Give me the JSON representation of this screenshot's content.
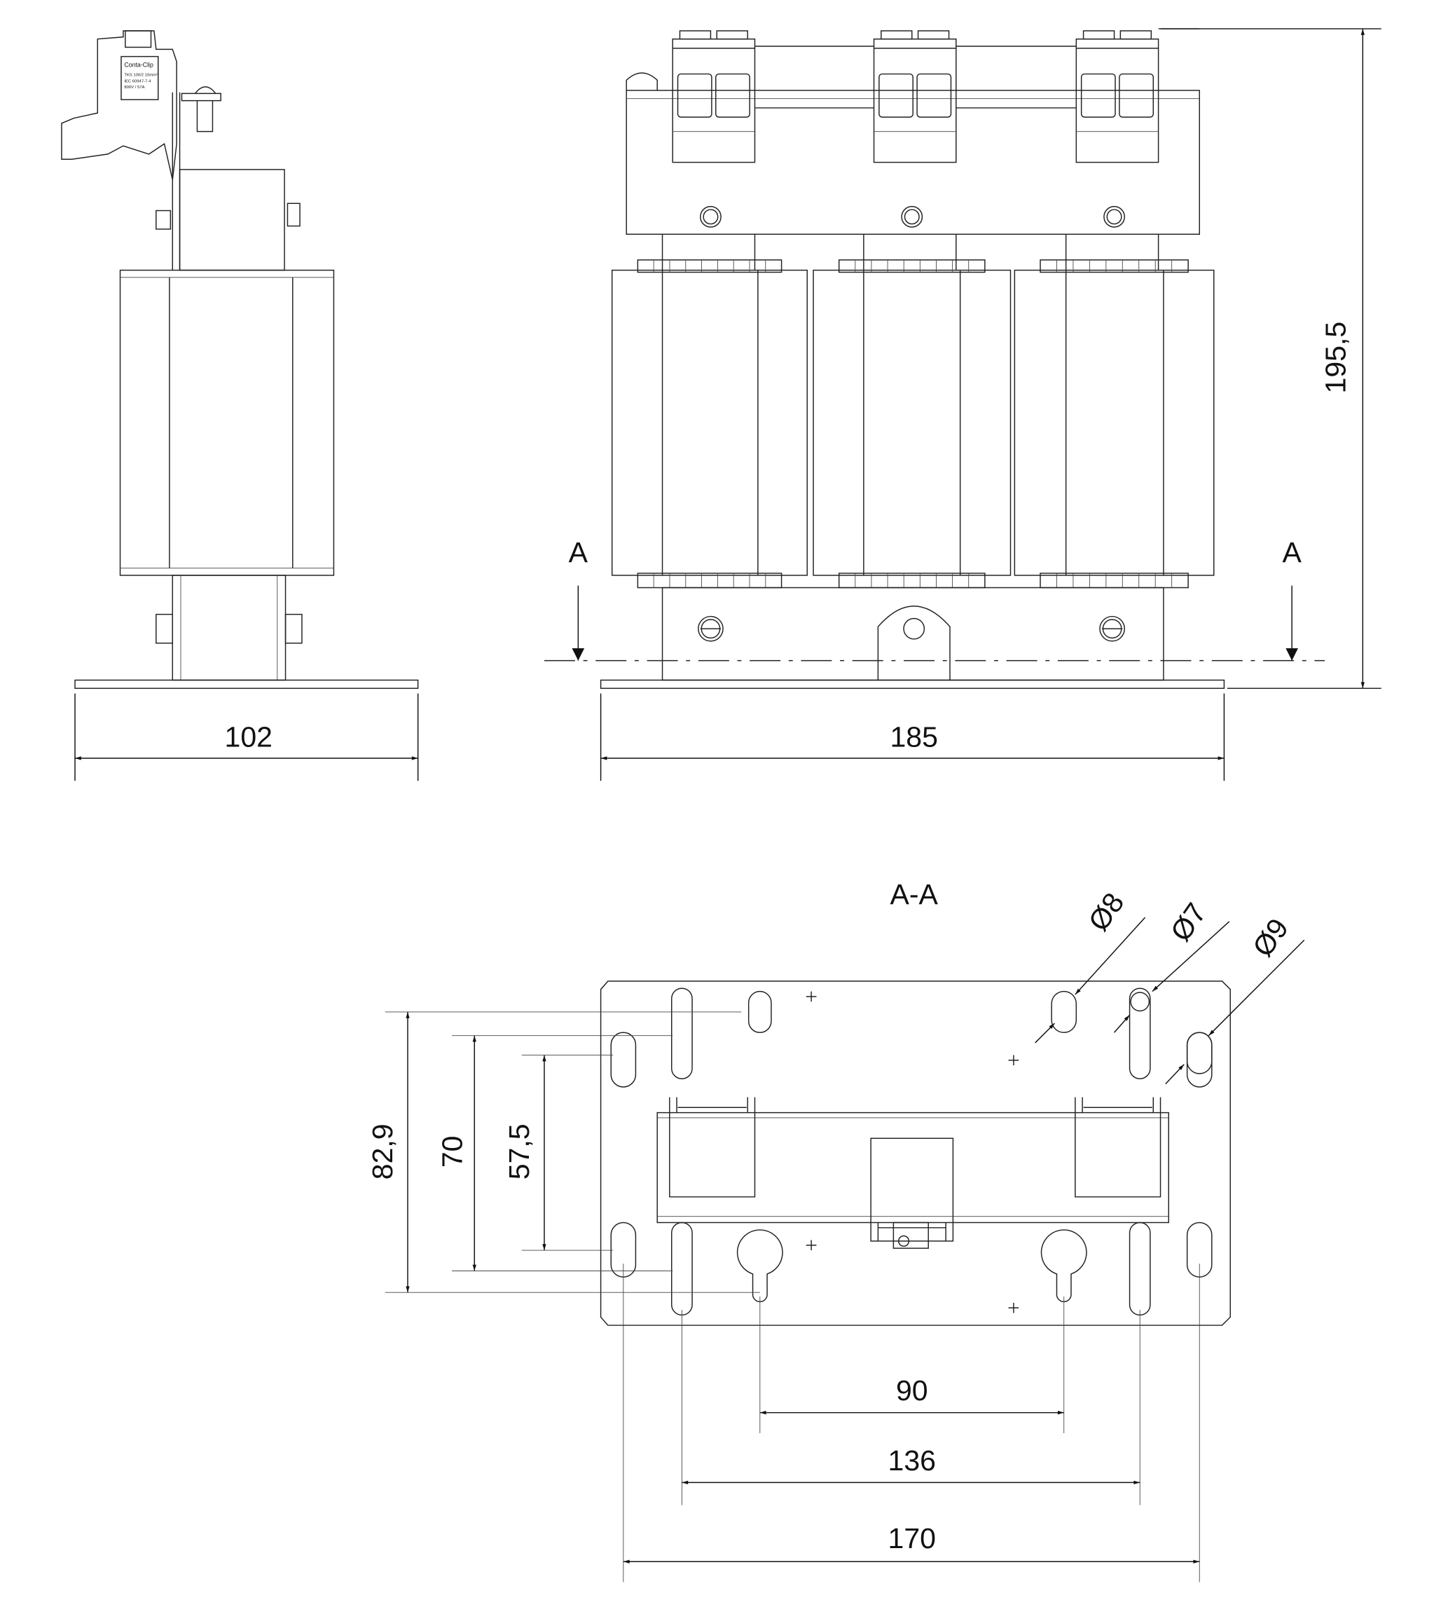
{
  "side_view": {
    "terminal_label": {
      "brand": "Conta-Clip",
      "line1": "TKS 100/2  10mm²",
      "line2": "IEC 60947-7-4",
      "line3": "800V / 57A"
    },
    "width_dim": "102"
  },
  "front_view": {
    "width_dim": "185",
    "height_dim": "195,5",
    "section_mark_left": "A",
    "section_mark_right": "A"
  },
  "section_view": {
    "title": "A-A",
    "hole_dims": [
      "Ø8",
      "Ø7",
      "Ø9"
    ],
    "vertical_dims": [
      "82,9",
      "70",
      "57,5"
    ],
    "horizontal_dims": [
      "90",
      "136",
      "170"
    ]
  }
}
